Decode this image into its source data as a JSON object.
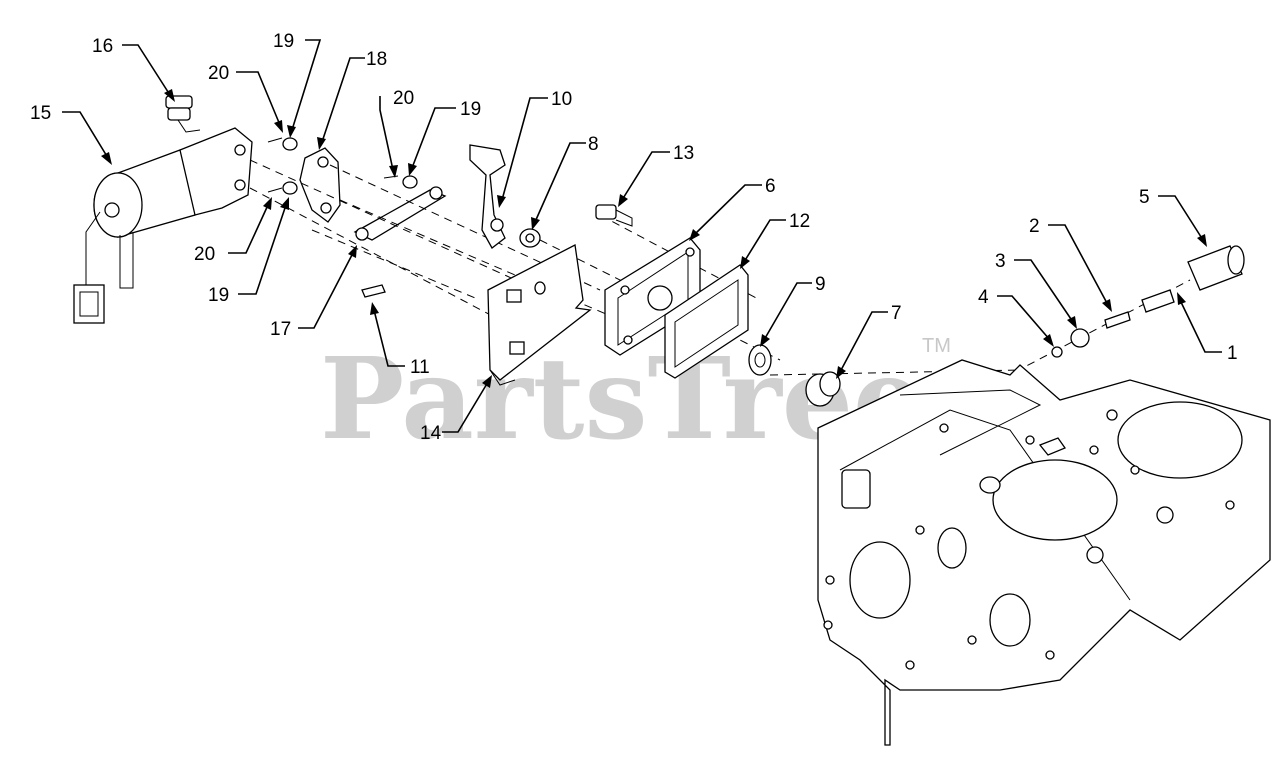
{
  "watermark": {
    "text": "PartsTree",
    "trademark": "TM"
  },
  "callouts": [
    "1",
    "2",
    "3",
    "4",
    "5",
    "6",
    "7",
    "8",
    "9",
    "10",
    "11",
    "12",
    "13",
    "14",
    "15",
    "16",
    "17",
    "18",
    "19",
    "20"
  ],
  "colors": {
    "line": "#000000",
    "watermark": "#d0d0d0",
    "background": "#ffffff"
  }
}
